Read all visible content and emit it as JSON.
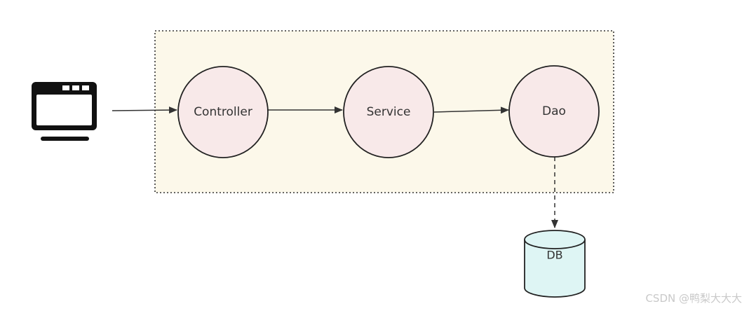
{
  "colors": {
    "container_fill": "#fcf8ea",
    "container_border": "#333333",
    "node_fill": "#f8e9e9",
    "node_border": "#222222",
    "db_fill": "#def5f4",
    "db_border": "#222222",
    "arrow": "#333333",
    "icon": "#111111"
  },
  "client": {
    "icon": "browser-window-icon"
  },
  "nodes": {
    "controller": "Controller",
    "service": "Service",
    "dao": "Dao"
  },
  "database": {
    "label": "DB"
  },
  "watermark": "CSDN @鸭梨大大大"
}
